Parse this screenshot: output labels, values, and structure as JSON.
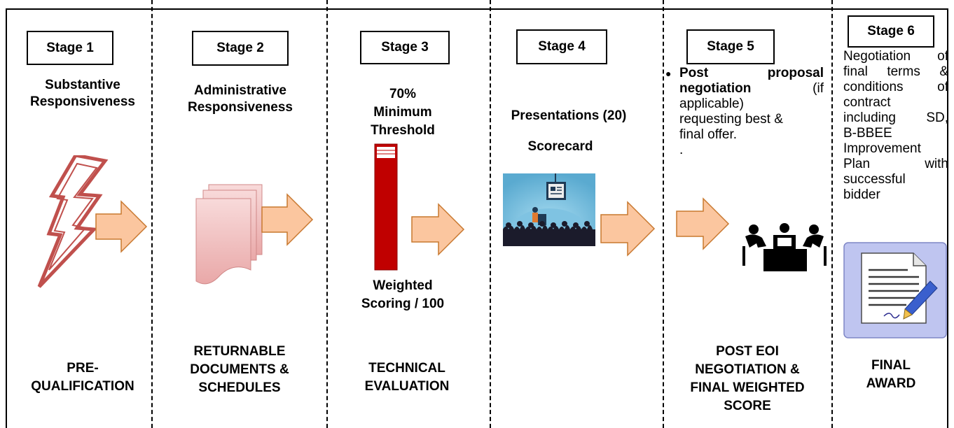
{
  "stages": [
    {
      "label": "Stage 1",
      "subtitle_lines": [
        "Substantive",
        "Responsiveness"
      ],
      "bottom_lines": [
        "PRE-",
        "QUALIFICATION"
      ],
      "icon": "lightning-icon"
    },
    {
      "label": "Stage 2",
      "subtitle_lines": [
        "Administrative",
        "Responsiveness"
      ],
      "bottom_lines": [
        "RETURNABLE",
        "DOCUMENTS &",
        "SCHEDULES"
      ],
      "icon": "documents-icon"
    },
    {
      "label": "Stage 3",
      "subtitle_lines": [
        "70%",
        "Minimum",
        "Threshold"
      ],
      "lower_lines": [
        "Weighted",
        "Scoring / 100"
      ],
      "bottom_lines": [
        "TECHNICAL",
        "EVALUATION"
      ],
      "icon": "threshold-bar-icon"
    },
    {
      "label": "Stage 4",
      "subtitle_lines": [
        "Presentations (20)"
      ],
      "second_line": "Scorecard",
      "icon": "presentation-audience-icon"
    },
    {
      "label": "Stage 5",
      "bullet_bold_1": "Post",
      "bullet_bold_2": "proposal",
      "bullet_bold_3": "negotiation",
      "bullet_paren": "(if",
      "bullet_rest": [
        "applicable)",
        "requesting best &",
        "final offer.",
        "."
      ],
      "bottom_lines": [
        "POST EOI",
        "NEGOTIATION &",
        "FINAL WEIGHTED",
        "SCORE"
      ],
      "icon": "meeting-table-icon"
    },
    {
      "label": "Stage 6",
      "desc_lines": [
        "Negotiation of",
        "final terms &",
        "conditions of",
        "contract",
        "including SD,",
        "B-BBEE",
        "Improvement",
        "Plan with",
        "successful",
        "bidder"
      ],
      "bottom_lines": [
        "FINAL",
        "AWARD"
      ],
      "icon": "contract-signature-icon"
    }
  ],
  "colors": {
    "arrow_fill": "#FBC69F",
    "arrow_stroke": "#C8782F",
    "bar_red": "#C00000",
    "bolt_red": "#C0504D",
    "doc_pink": "#F2C4C4",
    "contract_bg": "#BFC5F0"
  }
}
